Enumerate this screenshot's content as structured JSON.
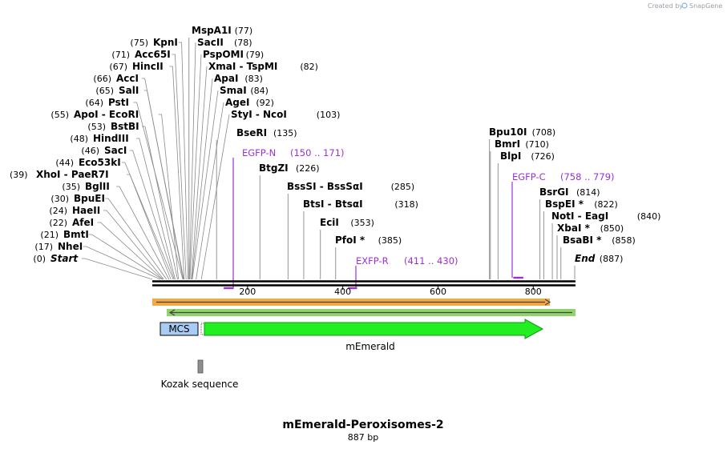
{
  "credit": {
    "prefix": "Created by",
    "brand": "SnapGene"
  },
  "title": "mEmerald-Peroxisomes-2",
  "length": "887 bp",
  "total_bp": 887,
  "sites_left": [
    {
      "name": "Start",
      "pos": 0,
      "italic": true
    },
    {
      "name": "NheI",
      "pos": 17
    },
    {
      "name": "BmtI",
      "pos": 21
    },
    {
      "name": "AfeI",
      "pos": 22
    },
    {
      "name": "HaeII",
      "pos": 24
    },
    {
      "name": "BpuEI",
      "pos": 30
    },
    {
      "name": "BglII",
      "pos": 35
    },
    {
      "name": "XhoI",
      "alt": "PaeR7I",
      "pos": 39,
      "pos_first": true
    },
    {
      "name": "Eco53kI",
      "pos": 44
    },
    {
      "name": "SacI",
      "pos": 46
    },
    {
      "name": "HindIII",
      "pos": 48
    },
    {
      "name": "BstBI",
      "pos": 53
    },
    {
      "name": "ApoI",
      "alt": "EcoRI",
      "pos": 55
    },
    {
      "name": "PstI",
      "pos": 64
    },
    {
      "name": "SalI",
      "pos": 65
    },
    {
      "name": "AccI",
      "pos": 66
    },
    {
      "name": "HincII",
      "pos": 67
    },
    {
      "name": "Acc65I",
      "pos": 71
    },
    {
      "name": "KpnI",
      "pos": 75
    }
  ],
  "sites_right": [
    {
      "name": "MspA1I",
      "pos": 77
    },
    {
      "name": "SacII",
      "pos": 78
    },
    {
      "name": "PspOMI",
      "pos": 79
    },
    {
      "name": "XmaI",
      "alt": "TspMI",
      "pos": 82
    },
    {
      "name": "ApaI",
      "pos": 83
    },
    {
      "name": "SmaI",
      "pos": 84
    },
    {
      "name": "AgeI",
      "pos": 92
    },
    {
      "name": "StyI",
      "alt": "NcoI",
      "pos": 103
    },
    {
      "name": "BseRI",
      "pos": 135
    },
    {
      "name": "BtgZI",
      "pos": 226
    },
    {
      "name": "BssSI",
      "alt": "BssSαI",
      "pos": 285
    },
    {
      "name": "BtsI",
      "alt": "BtsαI",
      "pos": 318
    },
    {
      "name": "EciI",
      "pos": 353
    },
    {
      "name": "PfoI *",
      "pos": 385
    },
    {
      "name": "Bpu10I",
      "pos": 708
    },
    {
      "name": "BmrI",
      "pos": 710
    },
    {
      "name": "BlpI",
      "pos": 726
    },
    {
      "name": "BsrGI",
      "pos": 814
    },
    {
      "name": "BspEI *",
      "pos": 822
    },
    {
      "name": "NotI",
      "alt": "EagI",
      "pos": 840
    },
    {
      "name": "XbaI *",
      "pos": 850
    },
    {
      "name": "BsaBI *",
      "pos": 858
    },
    {
      "name": "End",
      "pos": 887,
      "italic": true
    }
  ],
  "primers": [
    {
      "name": "EGFP-N",
      "range": "(150 .. 171)",
      "start": 150,
      "end": 171
    },
    {
      "name": "EXFP-R",
      "range": "(411 .. 430)",
      "start": 411,
      "end": 430
    },
    {
      "name": "EGFP-C",
      "range": "(758 .. 779)",
      "start": 758,
      "end": 779
    }
  ],
  "ticks": [
    "200",
    "400",
    "600",
    "800"
  ],
  "features": {
    "mcs": "MCS",
    "memerald": "mEmerald",
    "kozak": "Kozak sequence"
  },
  "colors": {
    "primer": "#9b30d9",
    "orf_orange": "#f4a742",
    "orf_green": "#8fd36b",
    "memerald_fill": "#22ee22",
    "memerald_stroke": "#0c9c0c",
    "mcs_fill": "#a8ccf4",
    "kozak_fill": "#8e8e8e"
  }
}
